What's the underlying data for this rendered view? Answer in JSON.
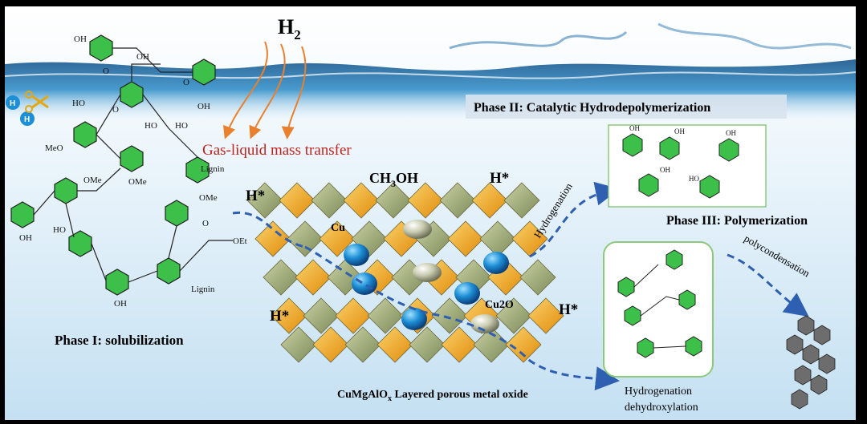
{
  "labels": {
    "h2": "H",
    "h2_sub": "2",
    "gas_liquid": "Gas-liquid mass transfer",
    "phase1": "Phase I: solubilization",
    "phase2": "Phase II: Catalytic  Hydrodepolymerization",
    "phase3": "Phase III: Polymerization",
    "ch3oh_a": "CH",
    "ch3oh_sub": "3",
    "ch3oh_b": "OH",
    "hstar_left": "H*",
    "hstar_top": "H*",
    "hstar_bottomleft": "H*",
    "hstar_right": "H*",
    "cu": "Cu",
    "cu2o": "Cu2O",
    "catalyst_a": "CuMgAlO",
    "catalyst_sub": "x",
    "catalyst_b": " Layered porous metal oxide",
    "hydrogenation": "Hydrogenation",
    "polycondensation": "polycondensation",
    "hydro_dehydrox_1": "Hydrogenation",
    "hydro_dehydrox_2": "dehydroxylation",
    "lignin_1": "Lignin",
    "lignin_2": "Lignin",
    "h_ball": "H"
  },
  "lignin_substituents": {
    "oh": "OH",
    "meo": "MeO",
    "ome": "OMe",
    "o": "O",
    "oet": "OEt",
    "ho": "HO"
  },
  "colors": {
    "ring_green": "#3cc04a",
    "water_blue": "#2a7fb8",
    "orange_arrow": "#e9802e",
    "dash_blue": "#2f5fb0",
    "panel_green": "#8cc97a",
    "cu_blue": "#1d8fd6",
    "cu2o_gray": "#c9ccb0",
    "oxide_orange": "#f29a10",
    "label_red": "#c0221e"
  }
}
